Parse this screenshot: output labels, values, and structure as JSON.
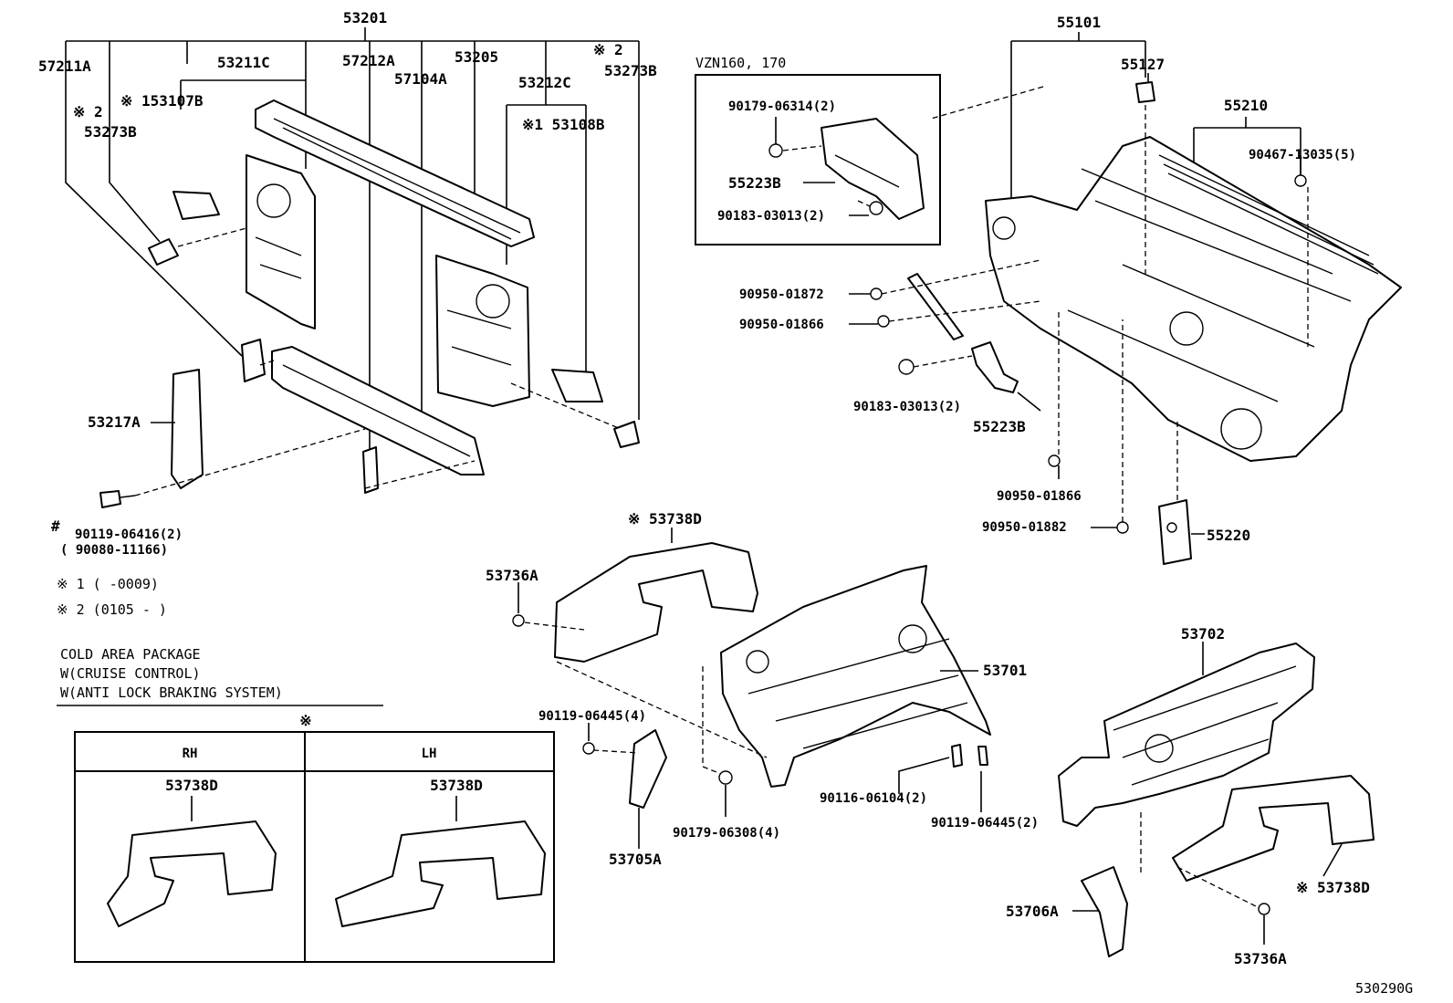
{
  "labels": {
    "p53201": "53201",
    "p57211A": "57211A",
    "p53211C": "53211C",
    "p57212A": "57212A",
    "p53205": "53205",
    "p53212C": "53212C",
    "p57104A": "57104A",
    "note2_top": "※ 2",
    "p53273B_r": "53273B",
    "p53107B": "※ 153107B",
    "note2_left": "※ 2",
    "p53273B_l": "53273B",
    "p53108B": "※1 53108B",
    "p53217A": "53217A",
    "hash": "#",
    "p90119_06416": "90119-06416(2)",
    "p90080_11166": "( 90080-11166)",
    "fn1": "※ 1 (      -0009)",
    "fn2": "※ 2 (0105 -      )",
    "vzn": "VZN160, 170",
    "p90179_06314": "90179-06314(2)",
    "p55223B_box": "55223B",
    "p90183_03013_box": "90183-03013(2)",
    "p55101": "55101",
    "p55127": "55127",
    "p55210": "55210",
    "p90467_13035": "90467-13035(5)",
    "p90950_01872": "90950-01872",
    "p90950_01866_a": "90950-01866",
    "p90183_03013": "90183-03013(2)",
    "p55223B": "55223B",
    "p90950_01866_b": "90950-01866",
    "p90950_01882": "90950-01882",
    "p55220": "55220",
    "p53738D_top": "※ 53738D",
    "p53736A_l": "53736A",
    "p53701": "53701",
    "p90119_06445_a": "90119-06445(4)",
    "p90179_06308": "90179-06308(4)",
    "p53705A": "53705A",
    "p90116_06104": "90116-06104(2)",
    "p90119_06445_b": "90119-06445(2)",
    "p53702": "53702",
    "p53738D_r": "※ 53738D",
    "p53706A": "53706A",
    "p53736A_r": "53736A",
    "cold1": "COLD AREA PACKAGE",
    "cold2": "W(CRUISE CONTROL)",
    "cold3": "W(ANTI LOCK BRAKING SYSTEM)",
    "table_mark": "※",
    "table_rh": "RH",
    "table_lh": "LH",
    "table_rh_part": "53738D",
    "table_lh_part": "53738D",
    "diagram_code": "530290G"
  }
}
